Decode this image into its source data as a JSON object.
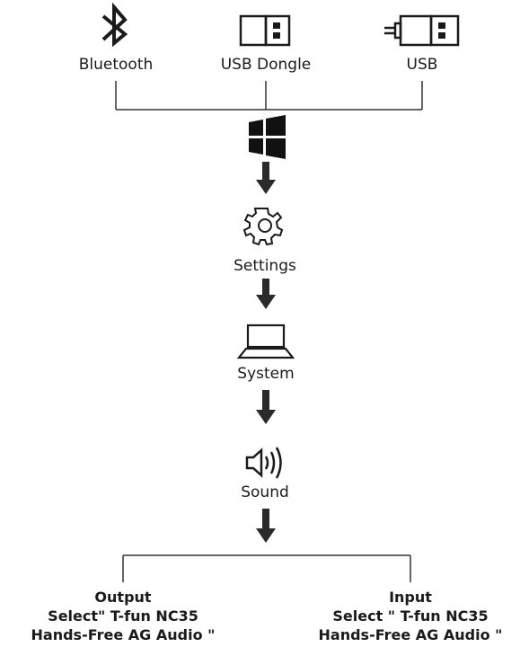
{
  "sources": {
    "bluetooth": {
      "label": "Bluetooth",
      "icon": "bluetooth-icon"
    },
    "dongle": {
      "label": "USB Dongle",
      "icon": "usb-dongle-icon"
    },
    "usb": {
      "label": "USB",
      "icon": "usb-plug-icon"
    }
  },
  "steps": [
    {
      "label": "",
      "icon": "windows-logo-icon"
    },
    {
      "label": "Settings",
      "icon": "gear-icon"
    },
    {
      "label": "System",
      "icon": "laptop-icon"
    },
    {
      "label": "Sound",
      "icon": "speaker-icon"
    }
  ],
  "outputs": {
    "output": {
      "title": "Output",
      "line1": "Select\" T-fun NC35",
      "line2": "Hands-Free AG Audio \""
    },
    "input": {
      "title": "Input",
      "line1": "Select \" T-fun NC35",
      "line2": "Hands-Free AG Audio \""
    }
  },
  "colors": {
    "ink": "#1a1a1a",
    "arrow": "#2a2a2a",
    "line": "#333333"
  }
}
